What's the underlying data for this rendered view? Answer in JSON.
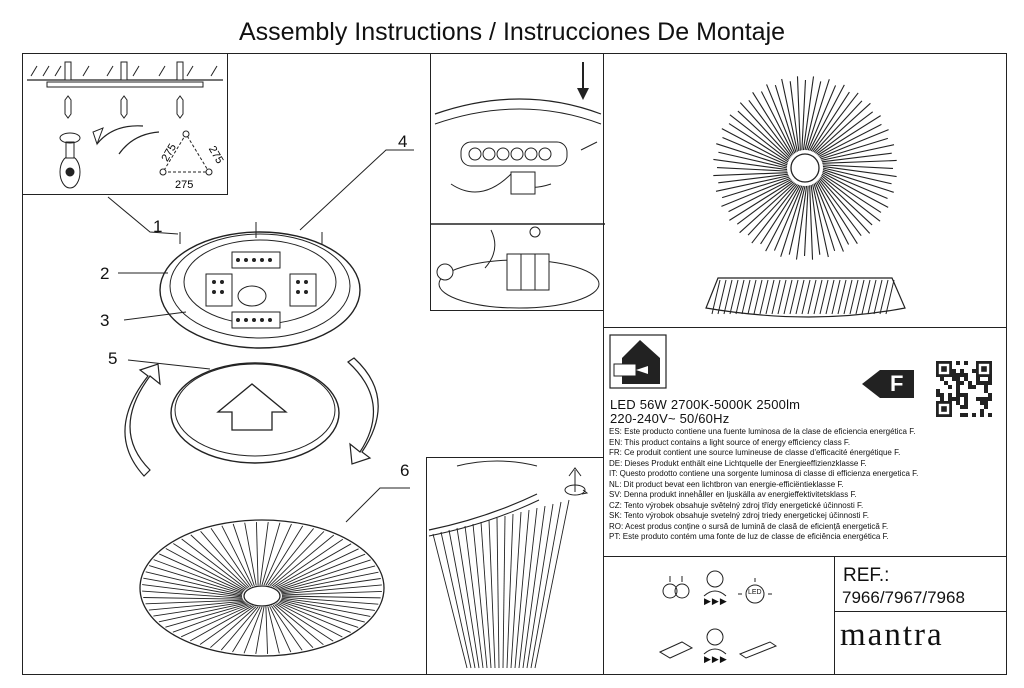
{
  "title": "Assembly Instructions / Instrucciones De Montaje",
  "callouts": [
    "1",
    "2",
    "3",
    "4",
    "5",
    "6"
  ],
  "dimensions": [
    "275",
    "275",
    "275"
  ],
  "specs": {
    "line1": "LED 56W  2700K-5000K  2500lm",
    "line2": "220-240V~  50/60Hz"
  },
  "energy_class": "F",
  "energy_statements": [
    "ES: Este producto contiene una fuente luminosa de la clase de eficiencia energética F.",
    "EN: This product contains a light source of energy efficiency class F.",
    "FR: Ce produit contient une source lumineuse de classe d'efficacité énergétique F.",
    "DE: Dieses Produkt enthält eine Lichtquelle der Energieeffizienzklasse F.",
    "IT: Questo prodotto contiene una sorgente luminosa di classe di efficienza energetica F.",
    "NL: Dit product bevat een lichtbron van energie-efficiëntieklasse F.",
    "SV: Denna produkt innehåller en ljuskälla av energieffektivitetsklass F.",
    "CZ: Tento výrobek obsahuje světelný zdroj třídy energetické účinnosti F.",
    "SK: Tento výrobok obsahuje svetelný zdroj triedy energetickej účinnosti F.",
    "RO: Acest produs conține o sursă de lumină de clasă de eficiență energetică F.",
    "PT: Este produto contém uma fonte de luz de classe de eficiência energética F."
  ],
  "icons": {
    "led_icon_text": "LED",
    "arrows": "▶▶▶"
  },
  "ref": {
    "label": "REF.:",
    "value": "7966/7967/7968"
  },
  "brand": "mantra"
}
